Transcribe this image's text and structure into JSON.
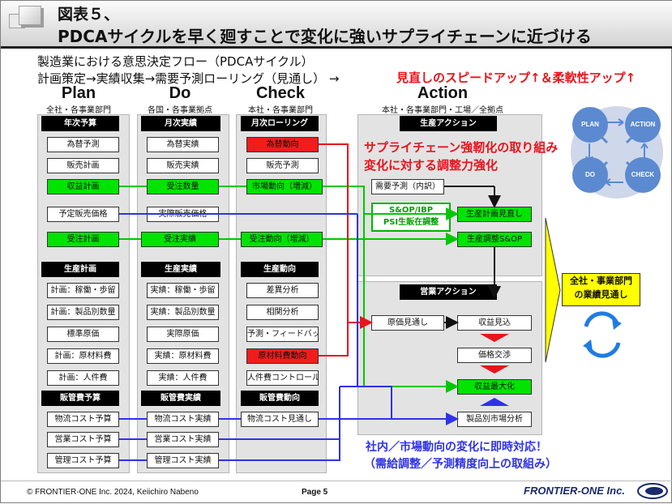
{
  "header": {
    "title_line1": "図表５、",
    "title_line2": "PDCAサイクルを早く廻すことで変化に強いサプライチェーンに近づける"
  },
  "intro": {
    "line1": "製造業における意思決定フロー（PDCAサイクル）",
    "line2": "計画策定→実績収集→需要予測ローリング（見通し） →",
    "highlight": "見直しのスピードアップ↑＆柔軟性アップ↑"
  },
  "columns": {
    "plan": {
      "title": "Plan",
      "sub": "全社・各事業部門"
    },
    "do": {
      "title": "Do",
      "sub": "各国・各事業拠点"
    },
    "check": {
      "title": "Check",
      "sub": "本社・各事業部門"
    },
    "action": {
      "title": "Action",
      "sub": "本社・各事業部門・工場／全拠点"
    }
  },
  "plan_boxes": [
    "年次予算",
    "為替予測",
    "販売計画",
    "収益計画",
    "予定販売価格",
    "受注計画",
    "生産計画",
    "計画：稼働・歩留",
    "計画：製品別数量",
    "標準原価",
    "計画：原材料費",
    "計画：人件費",
    "販管費予算",
    "物流コスト予算",
    "営業コスト予算",
    "管理コスト予算"
  ],
  "do_boxes": [
    "月次実績",
    "為替実績",
    "販売実績",
    "受注数量",
    "実際販売価格",
    "受注実績",
    "生産実績",
    "実績：稼働・歩留",
    "実績：製品別数量",
    "実際原価",
    "実績：原材料費",
    "実績：人件費",
    "販管費実績",
    "物流コスト実績",
    "営業コスト実績",
    "管理コスト実績"
  ],
  "check_boxes": [
    "月次ローリング",
    "為替動向",
    "販売予測",
    "市場動向（増減）",
    "受注動向（増減）",
    "生産動向",
    "差異分析",
    "相関分析",
    "予測・フィードバック",
    "原材料費動向",
    "人件費コントロール",
    "販管費動向",
    "物流コスト見通し"
  ],
  "action_prod": {
    "header": "生産アクション",
    "boxes": [
      "需要予測（内訳）",
      "生産計画見直し",
      "生産調整S&OP"
    ],
    "sop_line1": "S&OP/IBP",
    "sop_line2": "PSI生販在調整"
  },
  "action_sales": {
    "header": "営業アクション",
    "boxes": [
      "原価見通し",
      "収益見込",
      "価格交渉",
      "収益最大化",
      "製品別市場分析"
    ]
  },
  "callouts": {
    "red_line1": "サプライチェーン強靭化の取り組み",
    "red_line2": "変化に対する調整力強化",
    "blue_line1": "社内／市場動向の変化に即時対応！",
    "blue_line2": "（需給調整／予測精度向上の取組み）",
    "yellow_line1": "全社・事業部門",
    "yellow_line2": "の業績見通し"
  },
  "pdca_cycle": [
    "PLAN",
    "ACTION",
    "DO",
    "CHECK"
  ],
  "footer": {
    "copyright": "© FRONTIER-ONE Inc. 2024,  Keiichiro  Nabeno",
    "page": "Page 5",
    "logo": "FRONTIER-ONE Inc."
  },
  "colors": {
    "green": "#00e400",
    "red": "#f01d1d",
    "blue_line": "#2f33e6",
    "highlight_red": "#e8141b"
  }
}
